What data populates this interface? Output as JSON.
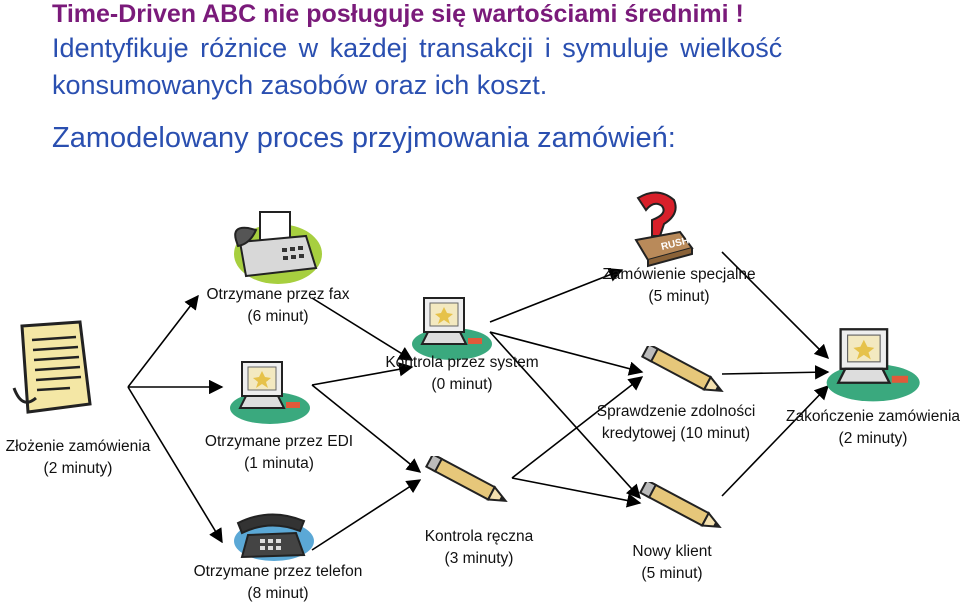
{
  "header": {
    "line1": "Time-Driven ABC nie posługuje się wartościami średnimi !",
    "line2": "Identyfikuje różnice w każdej transakcji i symuluje wielkość",
    "line3": "konsumowanych zasobów oraz ich koszt.",
    "subtitle": "Zamodelowany proces przyjmowania zamówień:"
  },
  "colors": {
    "title": "#7a1a7a",
    "text": "#2a4fb0",
    "arrow": "#000000"
  },
  "nodes": {
    "order": {
      "name": "Złożenie zamówienia",
      "time": "(2 minuty)",
      "icon": "document-icon"
    },
    "fax": {
      "name": "Otrzymane przez fax",
      "time": "(6 minut)",
      "icon": "fax-icon"
    },
    "edi": {
      "name": "Otrzymane przez EDI",
      "time": "(1 minuta)",
      "icon": "computer-icon"
    },
    "phone": {
      "name": "Otrzymane przez telefon",
      "time": "(8 minut)",
      "icon": "phone-icon"
    },
    "system": {
      "name": "Kontrola przez system",
      "time": "(0 minut)",
      "icon": "computer-icon"
    },
    "manual": {
      "name": "Kontrola ręczna",
      "time": "(3 minuty)",
      "icon": "pencil-icon"
    },
    "special": {
      "name": "Zamówienie specjalne",
      "time": "(5 minut)",
      "icon": "rush-box-icon"
    },
    "credit": {
      "name": "Sprawdzenie zdolności",
      "time": "kredytowej (10 minut)",
      "icon": "pencil-icon"
    },
    "newclient": {
      "name": "Nowy klient",
      "time": "(5 minut)",
      "icon": "pencil-icon"
    },
    "complete": {
      "name": "Zakończenie zamówienia",
      "time": "(2 minuty)",
      "icon": "computer-icon"
    }
  }
}
